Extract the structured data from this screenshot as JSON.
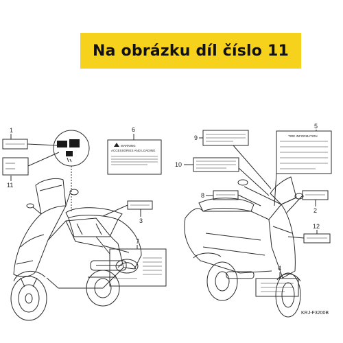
{
  "banner": {
    "text": "Na obrázku díl číslo 11",
    "color": "#f6d21c"
  },
  "callouts": {
    "c1": "1",
    "c2": "2",
    "c3": "3",
    "c4": "4",
    "c5": "5",
    "c6": "6",
    "c7": "7",
    "c8": "8",
    "c9": "9",
    "c10": "10",
    "c11": "11",
    "c12": "12"
  },
  "labels": {
    "warning_title": "WARNING",
    "warning_body": "ACCESSORIES AND LOADING",
    "tire_info": "TIRE INFORMATION"
  },
  "figure_code": "KRJ-F3200B"
}
